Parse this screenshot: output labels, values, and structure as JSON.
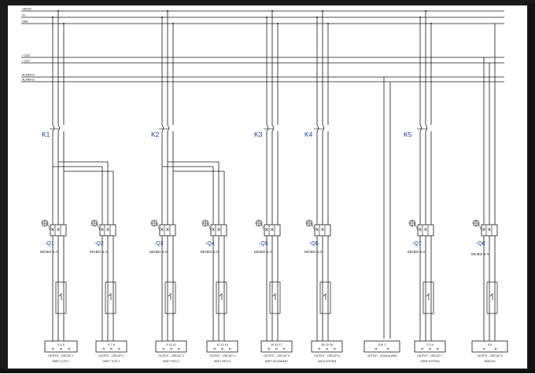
{
  "busbars": [
    {
      "label": "-48VDC"
    },
    {
      "label": "0V"
    },
    {
      "label": "GND"
    },
    {
      "label": "+ LED"
    },
    {
      "label": "- LED"
    },
    {
      "label": "ALARM A"
    },
    {
      "label": "ALARM B"
    }
  ],
  "contactors": [
    {
      "label": "K1"
    },
    {
      "label": "K2"
    },
    {
      "label": "K3"
    },
    {
      "label": "K4"
    },
    {
      "label": "K5"
    }
  ],
  "breakers": [
    {
      "tag": "-Q1",
      "rating": "MCBO 6 A"
    },
    {
      "tag": "-Q2",
      "rating": "MCBO 6 A"
    },
    {
      "tag": "-Q3",
      "rating": "MCBO 6 A"
    },
    {
      "tag": "-Q4",
      "rating": "MCBO 6 A"
    },
    {
      "tag": "-Q5",
      "rating": "MCBO 6 A"
    },
    {
      "tag": "-Q6",
      "rating": "MCBO 6 A"
    },
    {
      "tag": "-Q7",
      "rating": "MCBO 6 A"
    },
    {
      "tag": "-Q8",
      "rating": "MCBO 6 A"
    }
  ],
  "terminal_blocks": [
    {
      "numbers": "3 4 5",
      "title": "OUTPUT - CIRCUIT 1",
      "subtitle": "INSET TLOF 1"
    },
    {
      "numbers": "6 7 8",
      "title": "OUTPUT - CIRCUIT 2",
      "subtitle": "INSET TLOF 2"
    },
    {
      "numbers": "9 10 11",
      "title": "OUTPUT - CIRCUIT 3",
      "subtitle": "INSET FATO 1"
    },
    {
      "numbers": "12 13 14",
      "title": "OUTPUT - CIRCUIT 4",
      "subtitle": "INSET FATO 2"
    },
    {
      "numbers": "15 16 17",
      "title": "OUTPUT - CIRCUIT 5",
      "subtitle": "INSET ALIGNMENT"
    },
    {
      "numbers": "18 19 20",
      "title": "OUTPUT - CIRCUIT 6",
      "subtitle": "SAGA SYSTEM"
    },
    {
      "numbers": "X10 1",
      "title": "OUTPUT - SAGA ALARM",
      "subtitle": ""
    },
    {
      "numbers": "2 3 4",
      "title": "OUTPUT - CIRCUIT 7",
      "subtitle": "APAPI SYSTEM"
    },
    {
      "numbers": "5 6",
      "title": "OUTPUT - CIRCUIT 8",
      "subtitle": "BEACON"
    }
  ],
  "colors": {
    "line": "#1a1a1a",
    "tag": "#1f3f9e",
    "background": "#ffffff"
  }
}
